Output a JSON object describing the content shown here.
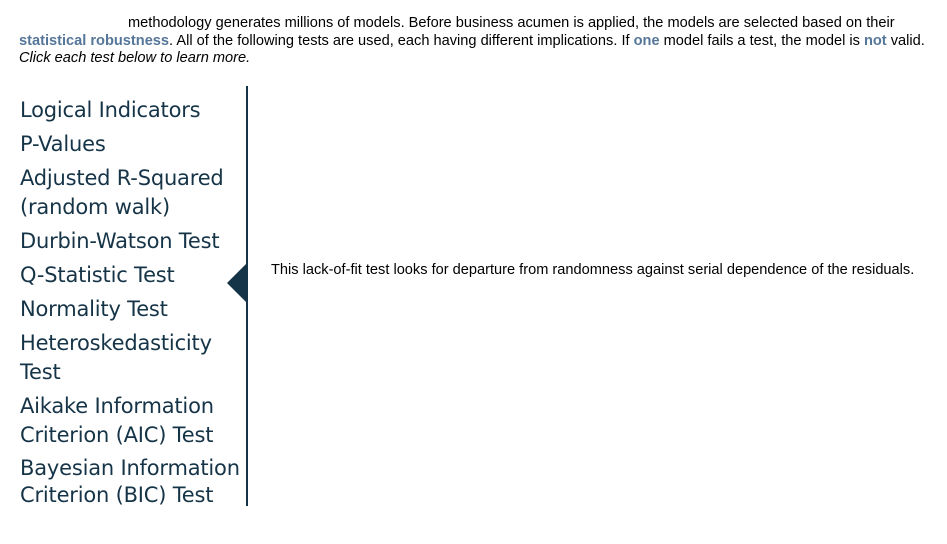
{
  "intro": {
    "part1": "methodology generates millions of models. Before business acumen is applied, the models are selected based on their ",
    "highlight1": "statistical robustness",
    "part2": ". All of the following tests are used, each having different implications. If ",
    "highlight2": "one",
    "part3": " model fails a test, the model is ",
    "highlight3": "not",
    "part4": " valid. ",
    "instruction": "Click each test below to learn more."
  },
  "tests": [
    "Logical Indicators",
    "P-Values",
    "Adjusted R-Squared (random walk)",
    "Durbin-Watson Test",
    "Q-Statistic Test",
    "Normality Test",
    "Heteroskedasticity Test",
    "Aikake Information Criterion (AIC) Test",
    "Bayesian Information Criterion (BIC) Test"
  ],
  "selected_test": "Q-Statistic Test",
  "description": "This lack-of-fit test looks for departure from randomness against serial dependence of the residuals.",
  "colors": {
    "accent": "#163447",
    "highlight": "#557699"
  }
}
